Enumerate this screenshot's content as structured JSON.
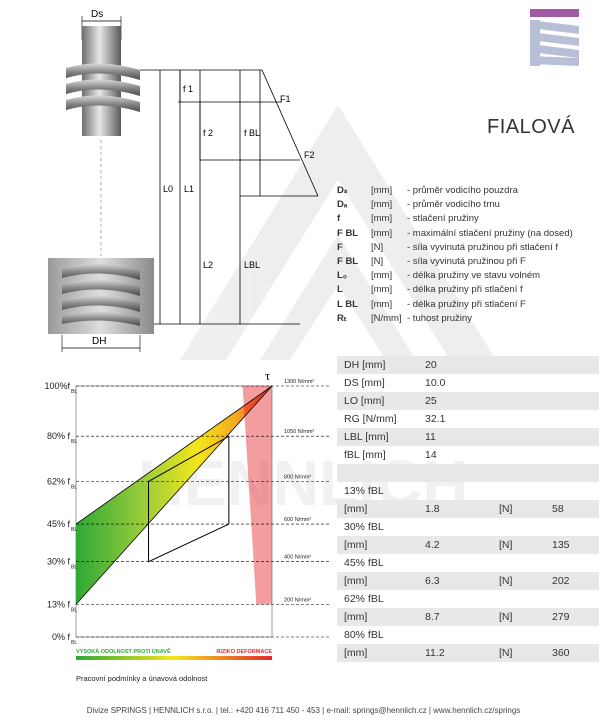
{
  "header": {
    "color_name": "FIALOVÁ"
  },
  "brand": {
    "accent_color": "#a05aa3",
    "logo_icon": "hennlich-m-logo",
    "watermark_text": "HENNLICH"
  },
  "diagram": {
    "labels": {
      "ds": "Ds",
      "dh": "DH",
      "f1": "f 1",
      "f2": "f 2",
      "fbl": "f BL",
      "F1": "F1",
      "F2": "F2",
      "L0": "L0",
      "L1": "L1",
      "L2": "L2",
      "LBL": "LBL"
    }
  },
  "legend": [
    {
      "sym": "Dₛ",
      "unit": "[mm]",
      "desc": "- průměr vodicího pouzdra"
    },
    {
      "sym": "Dₐ",
      "unit": "[mm]",
      "desc": "- průměr vodicího trnu"
    },
    {
      "sym": "f",
      "unit": "[mm]",
      "desc": "- stlačení pružiny"
    },
    {
      "sym": "F BL",
      "unit": "[mm]",
      "desc": "- maximální stlačení pružiny (na dosed)"
    },
    {
      "sym": "F",
      "unit": "[N]",
      "desc": "- síla vyvinutá pružinou při stlačení f"
    },
    {
      "sym": "F BL",
      "unit": "[N]",
      "desc": "- síla vyvinutá pružinou při F"
    },
    {
      "sym": "L₀",
      "unit": "[mm]",
      "desc": "- délka pružiny ve stavu volném"
    },
    {
      "sym": "L",
      "unit": "[mm]",
      "desc": "- délka pružiny při stlačení f"
    },
    {
      "sym": "L BL",
      "unit": "[mm]",
      "desc": "- délka pružiny při stlačení F"
    },
    {
      "sym": "Rₜ",
      "unit": "[N/mm]",
      "desc": "- tuhost pružiny"
    }
  ],
  "params": [
    {
      "label": "DH [mm]",
      "value": "20"
    },
    {
      "label": "DS [mm]",
      "value": "10.0"
    },
    {
      "label": "LO [mm]",
      "value": "25"
    },
    {
      "label": "RG [N/mm]",
      "value": "32.1"
    },
    {
      "label": "LBL [mm]",
      "value": "11"
    },
    {
      "label": "fBL [mm]",
      "value": "14"
    }
  ],
  "load_cases": [
    {
      "title": "13% fBL",
      "mm_label": "[mm]",
      "mm": "1.8",
      "n_label": "[N]",
      "n": "58"
    },
    {
      "title": "30% fBL",
      "mm_label": "[mm]",
      "mm": "4.2",
      "n_label": "[N]",
      "n": "135"
    },
    {
      "title": "45% fBL",
      "mm_label": "[mm]",
      "mm": "6.3",
      "n_label": "[N]",
      "n": "202"
    },
    {
      "title": "62% fBL",
      "mm_label": "[mm]",
      "mm": "8.7",
      "n_label": "[N]",
      "n": "279"
    },
    {
      "title": "80% fBL",
      "mm_label": "[mm]",
      "mm": "11.2",
      "n_label": "[N]",
      "n": "360"
    }
  ],
  "chart_data": {
    "type": "area",
    "title": "",
    "top_symbol": "τ",
    "y_ticks": [
      {
        "pct": 100,
        "label": "100%f",
        "sub": "BL"
      },
      {
        "pct": 80,
        "label": "80% f",
        "sub": "BL"
      },
      {
        "pct": 62,
        "label": "62% f",
        "sub": "BL"
      },
      {
        "pct": 45,
        "label": "45% f",
        "sub": "BL"
      },
      {
        "pct": 30,
        "label": "30% f",
        "sub": "BL"
      },
      {
        "pct": 13,
        "label": "13% f",
        "sub": "BL"
      },
      {
        "pct": 0,
        "label": "0% f",
        "sub": "BL"
      }
    ],
    "stress_levels": [
      {
        "pct": 100,
        "label": "1300 N/mm²"
      },
      {
        "pct": 80,
        "label": "1050 N/mm²"
      },
      {
        "pct": 62,
        "label": "800 N/mm²"
      },
      {
        "pct": 45,
        "label": "600 N/mm²"
      },
      {
        "pct": 30,
        "label": "400 N/mm²"
      },
      {
        "pct": 13,
        "label": "200 N/mm²"
      }
    ],
    "envelope": {
      "x": [
        0,
        1
      ],
      "lower": [
        13,
        100
      ],
      "upper": [
        45,
        100
      ]
    },
    "fatigue_polygon": [
      [
        0.37,
        62
      ],
      [
        0.78,
        80
      ],
      [
        0.78,
        45
      ],
      [
        0.37,
        30
      ]
    ],
    "zones": [
      {
        "name": "VYSOKÁ ODOLNOST PROTI ÚNAVĚ",
        "color": "#2fa836"
      },
      {
        "name": "",
        "color": "#f4e61c"
      },
      {
        "name": "RIZIKO DEFORMACE",
        "color": "#e5262a"
      }
    ],
    "caption": "Pracovní podmínky a únavová odolnost"
  },
  "footer": {
    "text": "Divize SPRINGS | HENNLICH s.r.o. | tel.: +420 416 711 450 - 453 | e-mail: springs@hennlich.cz | www.hennlich.cz/springs"
  }
}
